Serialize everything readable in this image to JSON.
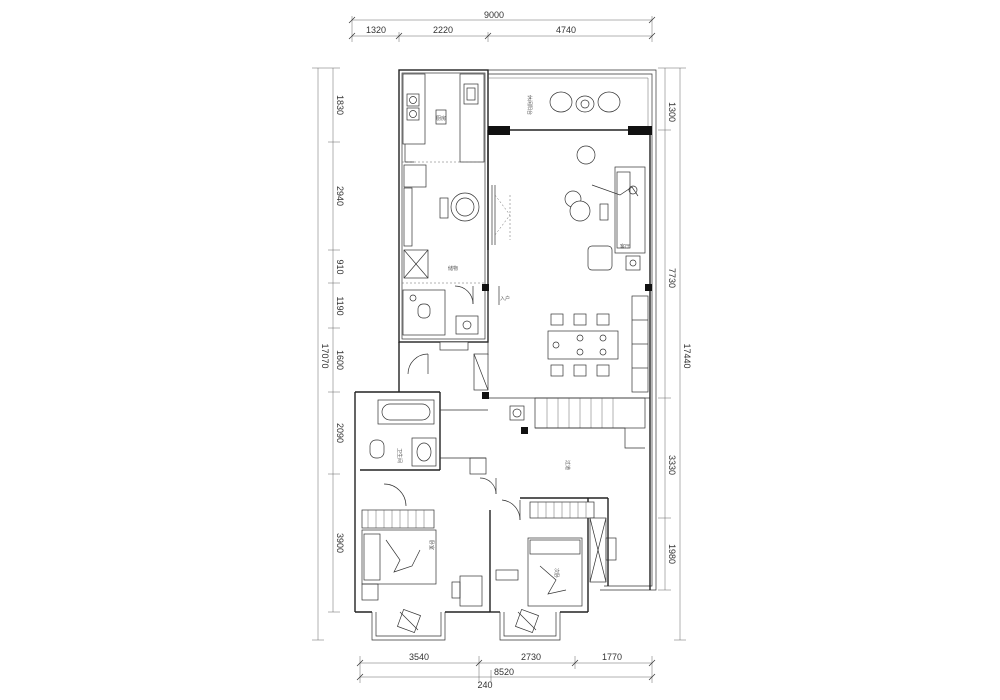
{
  "dimensions": {
    "top_total": "9000",
    "top_segments": [
      "1320",
      "2220",
      "4740"
    ],
    "left_overall": "17070",
    "left_segments": [
      "1830",
      "2940",
      "910",
      "1190",
      "1600",
      "2090",
      "3900"
    ],
    "right_overall": "17440",
    "right_segments": [
      "1300",
      "7730",
      "3330",
      "1980"
    ],
    "bottom_segments": [
      "3540",
      "2730",
      "1770"
    ],
    "bottom_total": "8520",
    "bottom_small": "240"
  }
}
